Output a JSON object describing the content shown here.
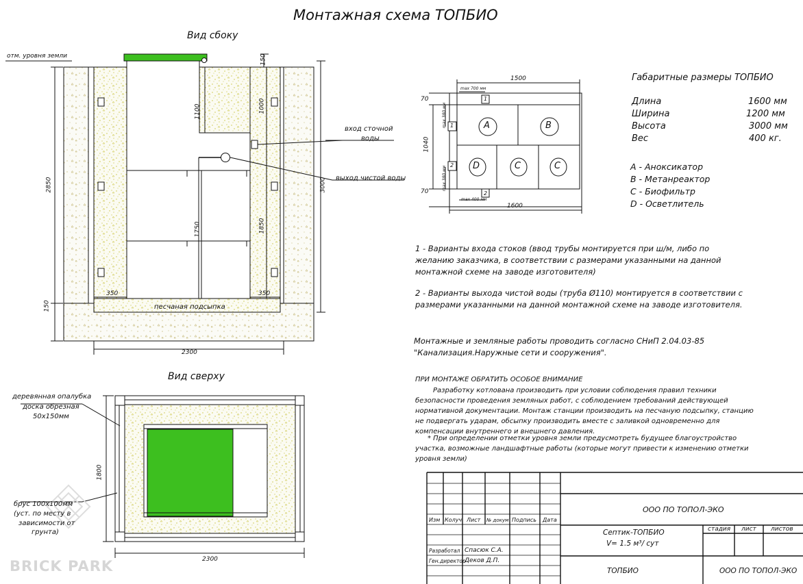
{
  "title": "Монтажная схема ТОПБИО",
  "side_view": {
    "caption": "Вид сбоку",
    "ground_level": "отм. уровня земли",
    "dim_150_top": "150",
    "dim_1100": "1100",
    "dim_1000": "1000",
    "dim_2850": "2850",
    "dim_3000": "3000",
    "dim_1750": "1750",
    "dim_1850": "1850",
    "dim_350_left": "350",
    "dim_350_right": "350",
    "dim_150_bottom": "150",
    "dim_2300": "2300",
    "sand_bed": "песчаная подсыпка",
    "inlet_label_1": "вход сточной",
    "inlet_label_2": "воды",
    "outlet_label": "выход чистой воды"
  },
  "plan": {
    "dim_1500": "1500",
    "dim_1600": "1600",
    "dim_1040": "1040",
    "dim_70_top": "70",
    "dim_70_bottom": "70",
    "dim_max700": "max 700 мм",
    "dim_max380": "max 380 мм",
    "dim_max380_2": "max 380 мм",
    "dim_max400": "max 400 мм",
    "cell_a": "A",
    "cell_b": "B",
    "cell_d": "D",
    "cell_c1": "C",
    "cell_c2": "C",
    "marker_1a": "1",
    "marker_1b": "1",
    "marker_2a": "2",
    "marker_2b": "2"
  },
  "dimensions_block": {
    "heading": "Габаритные размеры ТОПБИО",
    "rows": [
      {
        "label": "Длина",
        "value": "1600 мм"
      },
      {
        "label": "Ширина",
        "value": "1200 мм"
      },
      {
        "label": "Высота",
        "value": "3000 мм"
      },
      {
        "label": "Вес",
        "value": "400 кг."
      }
    ],
    "legend": [
      "А - Аноксикатор",
      "В - Метанреактор",
      "С - Биофильтр",
      "D - Осветлитель"
    ]
  },
  "notes": {
    "note1": "1 - Варианты входа  стоков (ввод трубы монтируется при ш/м, либо по желанию заказчика, в соответствии с размерами указанными на данной монтажной схеме на заводе изготовителя)",
    "note2": "2 - Варианты выхода чистой воды (труба Ø110) монтируется в соответствии с размерами указанными на данной монтажной схеме на заводе изготовителя.",
    "note3": "Монтажные и земляные работы проводить согласно СНиП 2.04.03-85 \"Канализация.Наружные сети и сооружения\".",
    "attention_heading": "ПРИ МОНТАЖЕ ОБРАТИТЬ ОСОБОЕ ВНИМАНИЕ",
    "attention_body": "Разработку котлована производить при условии соблюдения правил техники безопасности проведения земляных работ, с соблюдением требований действующей нормативной документации. Монтаж станции производить на песчаную подсыпку, станцию не подвергать ударам, обсыпку производить вместе с заливкой одновременно для компенсации внутреннего и внешнего давления.",
    "attention_footnote": "* При определении отметки уровня земли предусмотреть будущее благоустройство участка, возможные ландшафтные работы (которые могут привести к изменению отметки уровня земли)"
  },
  "top_view": {
    "caption": "Вид сверху",
    "formwork_1": "деревянная опалубка",
    "formwork_2": "доска обрезная",
    "formwork_3": "50х150мм",
    "beam_1": "брус 100х100мм",
    "beam_2": "(уст. по месту в",
    "beam_3": "зависимости от",
    "beam_4": "грунта)",
    "dim_1800": "1800",
    "dim_2300": "2300"
  },
  "title_block": {
    "col_izm": "Изм",
    "col_koluch": "Колуч",
    "col_list": "Лист",
    "col_ndok": "№ докум",
    "col_podpis": "Подпись",
    "col_data": "Дата",
    "company_top": "ООО ПО ТОПОЛ-ЭКО",
    "product_1": "Септик-ТОПБИО",
    "product_2": "V= 1.5  м³/ сут",
    "stadiya": "стадия",
    "list": "лист",
    "listov": "листов",
    "razrabotal": "Разработал",
    "razrabotal_name": "Спасюк С.А.",
    "gendir": "Ген.директор",
    "gendir_name": "Деков Д.П.",
    "drawing_name": "ТОПБИО",
    "company_bottom": "ООО ПО ТОПОЛ-ЭКО"
  },
  "watermark": "BRICK PARK",
  "colors": {
    "lid_green": "#3dbf1f",
    "sand_dot": "#c8c23a",
    "line": "#111111"
  }
}
